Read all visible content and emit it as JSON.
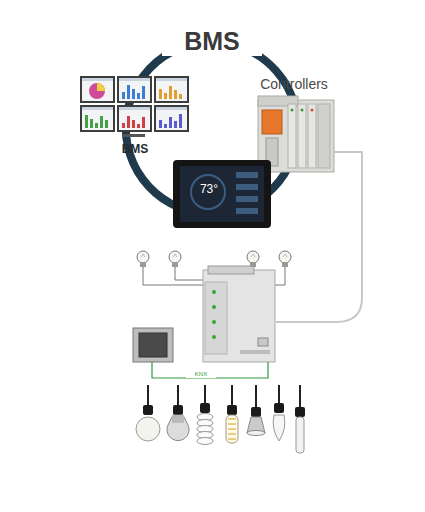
{
  "diagram": {
    "title": "BMS",
    "nodes": [
      {
        "text": [
          "BMS"
        ]
      },
      {
        "text": [
          "Controllers"
        ]
      }
    ],
    "labels": [
      "KNX",
      "73°"
    ]
  }
}
